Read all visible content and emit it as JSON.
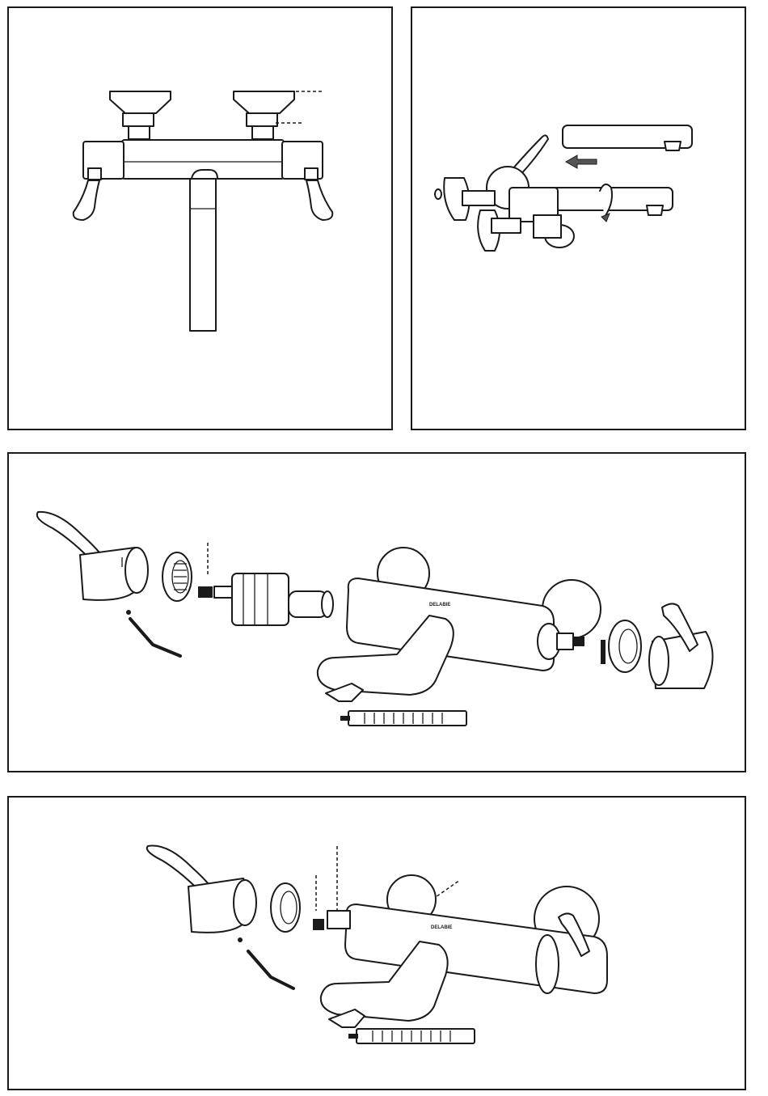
{
  "figure": {
    "panels": [
      {
        "id": "top-view",
        "step": 1
      },
      {
        "id": "spout-swap",
        "step": 2
      },
      {
        "id": "exploded-view",
        "step": 3
      },
      {
        "id": "assembled-view",
        "step": 4
      }
    ],
    "brand_mark": "DELABIE",
    "arrow_color": "#555555",
    "line_color": "#1a1a1a"
  }
}
